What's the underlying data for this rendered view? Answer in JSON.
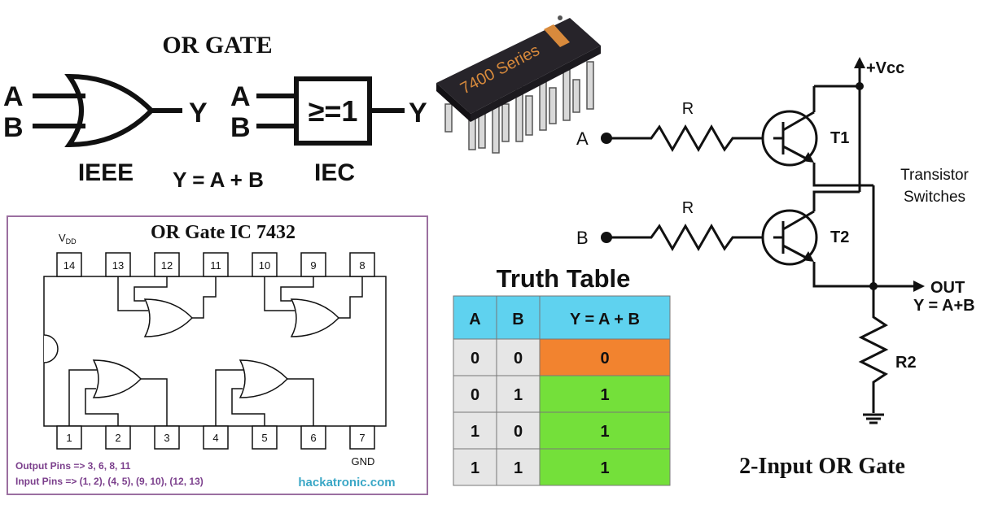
{
  "top_title": "OR GATE",
  "ieee_symbol": {
    "input_a": "A",
    "input_b": "B",
    "output": "Y",
    "label": "IEEE"
  },
  "equation": "Y = A + B",
  "iec_symbol": {
    "input_a": "A",
    "input_b": "B",
    "output": "Y",
    "box_text": "≥=1",
    "label": "IEC"
  },
  "chip": {
    "label": "7400 Series"
  },
  "ic_diagram": {
    "title": "OR Gate IC 7432",
    "vdd_label": "VDD",
    "vdd_main": "V",
    "vdd_sub": "DD",
    "gnd_label": "GND",
    "top_pins": [
      "14",
      "13",
      "12",
      "11",
      "10",
      "9",
      "8"
    ],
    "bottom_pins": [
      "1",
      "2",
      "3",
      "4",
      "5",
      "6",
      "7"
    ],
    "output_pins_text": "Output Pins => 3, 6, 8, 11",
    "input_pins_text": "Input Pins => (1, 2), (4, 5), (9, 10), (12, 13)",
    "website": "hackatronic.com"
  },
  "truth_table": {
    "title": "Truth Table",
    "headers": [
      "A",
      "B",
      "Y = A + B"
    ],
    "rows": [
      [
        "0",
        "0",
        "0"
      ],
      [
        "0",
        "1",
        "1"
      ],
      [
        "1",
        "0",
        "1"
      ],
      [
        "1",
        "1",
        "1"
      ]
    ]
  },
  "circuit": {
    "vcc": "+Vcc",
    "input_a": "A",
    "input_b": "B",
    "r1": "R",
    "r2_top": "R",
    "t1": "T1",
    "t2": "T2",
    "switches_line1": "Transistor",
    "switches_line2": "Switches",
    "out_label": "OUT",
    "out_eq": "Y = A+B",
    "r2": "R2",
    "title": "2-Input OR Gate"
  },
  "colors": {
    "ic_border": "#9b6fa0",
    "pins_text": "#7b3f8c",
    "website": "#3aa7c6",
    "table_header": "#5fd2ef",
    "table_ab": "#e6e6e6",
    "cell_zero": "#f2832f",
    "cell_one": "#74e03a",
    "chip_body": "#2e2b2f",
    "chip_text": "#d88a3c"
  }
}
